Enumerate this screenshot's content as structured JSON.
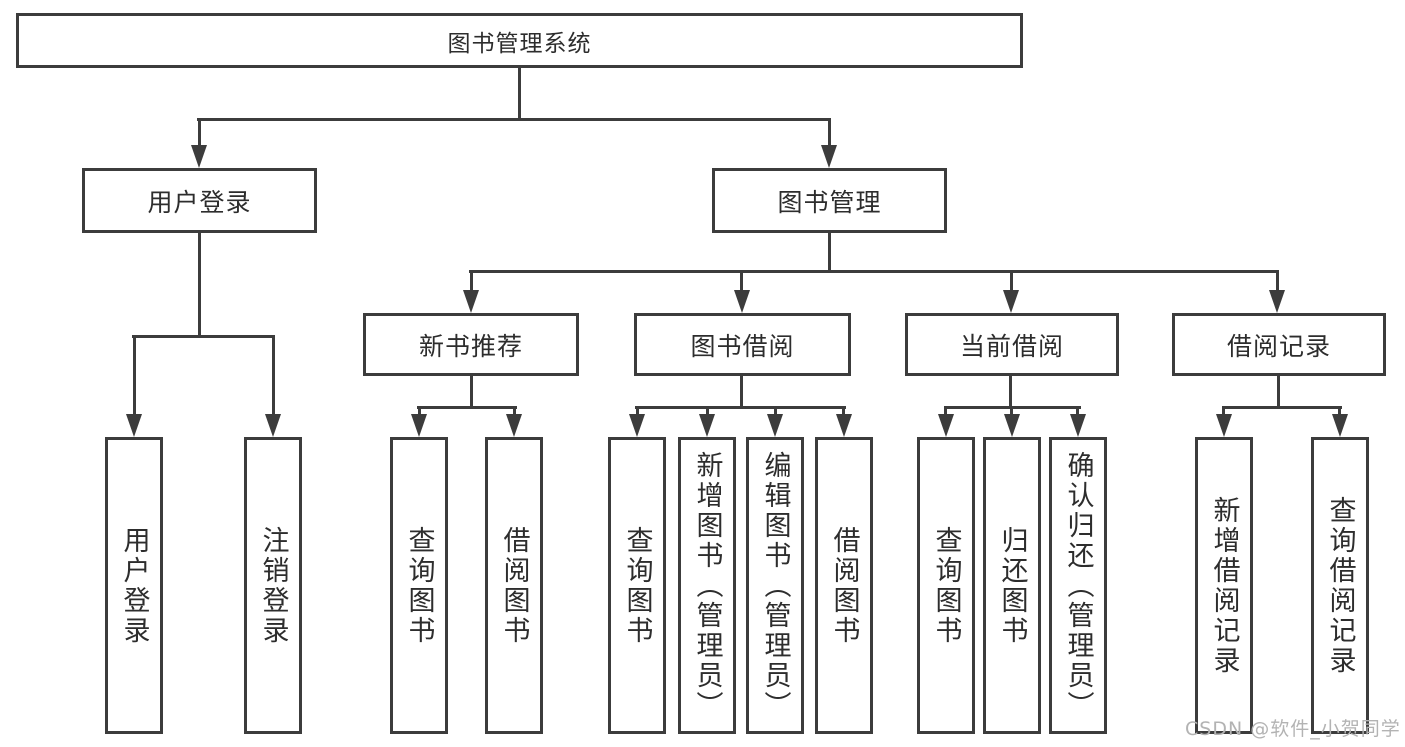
{
  "colors": {
    "line": "#3c3c3c",
    "text": "#2d2d2d",
    "background": "#ffffff",
    "watermark": "#b3b3b3"
  },
  "nodes": {
    "root": {
      "label": "图书管理系统"
    },
    "user_login": {
      "label": "用户登录"
    },
    "book_management": {
      "label": "图书管理"
    },
    "new_book_recommend": {
      "label": "新书推荐"
    },
    "book_borrow": {
      "label": "图书借阅"
    },
    "current_borrow": {
      "label": "当前借阅"
    },
    "borrow_records": {
      "label": "借阅记录"
    },
    "leaf_user_login": {
      "label": "用户登录"
    },
    "leaf_logout": {
      "label": "注销登录"
    },
    "leaf_recommend_query": {
      "label": "查询图书"
    },
    "leaf_recommend_borrow": {
      "label": "借阅图书"
    },
    "leaf_borrow_query": {
      "label": "查询图书"
    },
    "leaf_borrow_add": {
      "label": "新增图书（管理员）"
    },
    "leaf_borrow_edit": {
      "label": "编辑图书（管理员）"
    },
    "leaf_borrow_borrow": {
      "label": "借阅图书"
    },
    "leaf_current_query": {
      "label": "查询图书"
    },
    "leaf_current_return": {
      "label": "归还图书"
    },
    "leaf_current_confirm": {
      "label": "确认归还（管理员）"
    },
    "leaf_records_add": {
      "label": "新增借阅记录"
    },
    "leaf_records_query": {
      "label": "查询借阅记录"
    }
  },
  "watermark": {
    "text": "CSDN @软件_小贺同学"
  }
}
